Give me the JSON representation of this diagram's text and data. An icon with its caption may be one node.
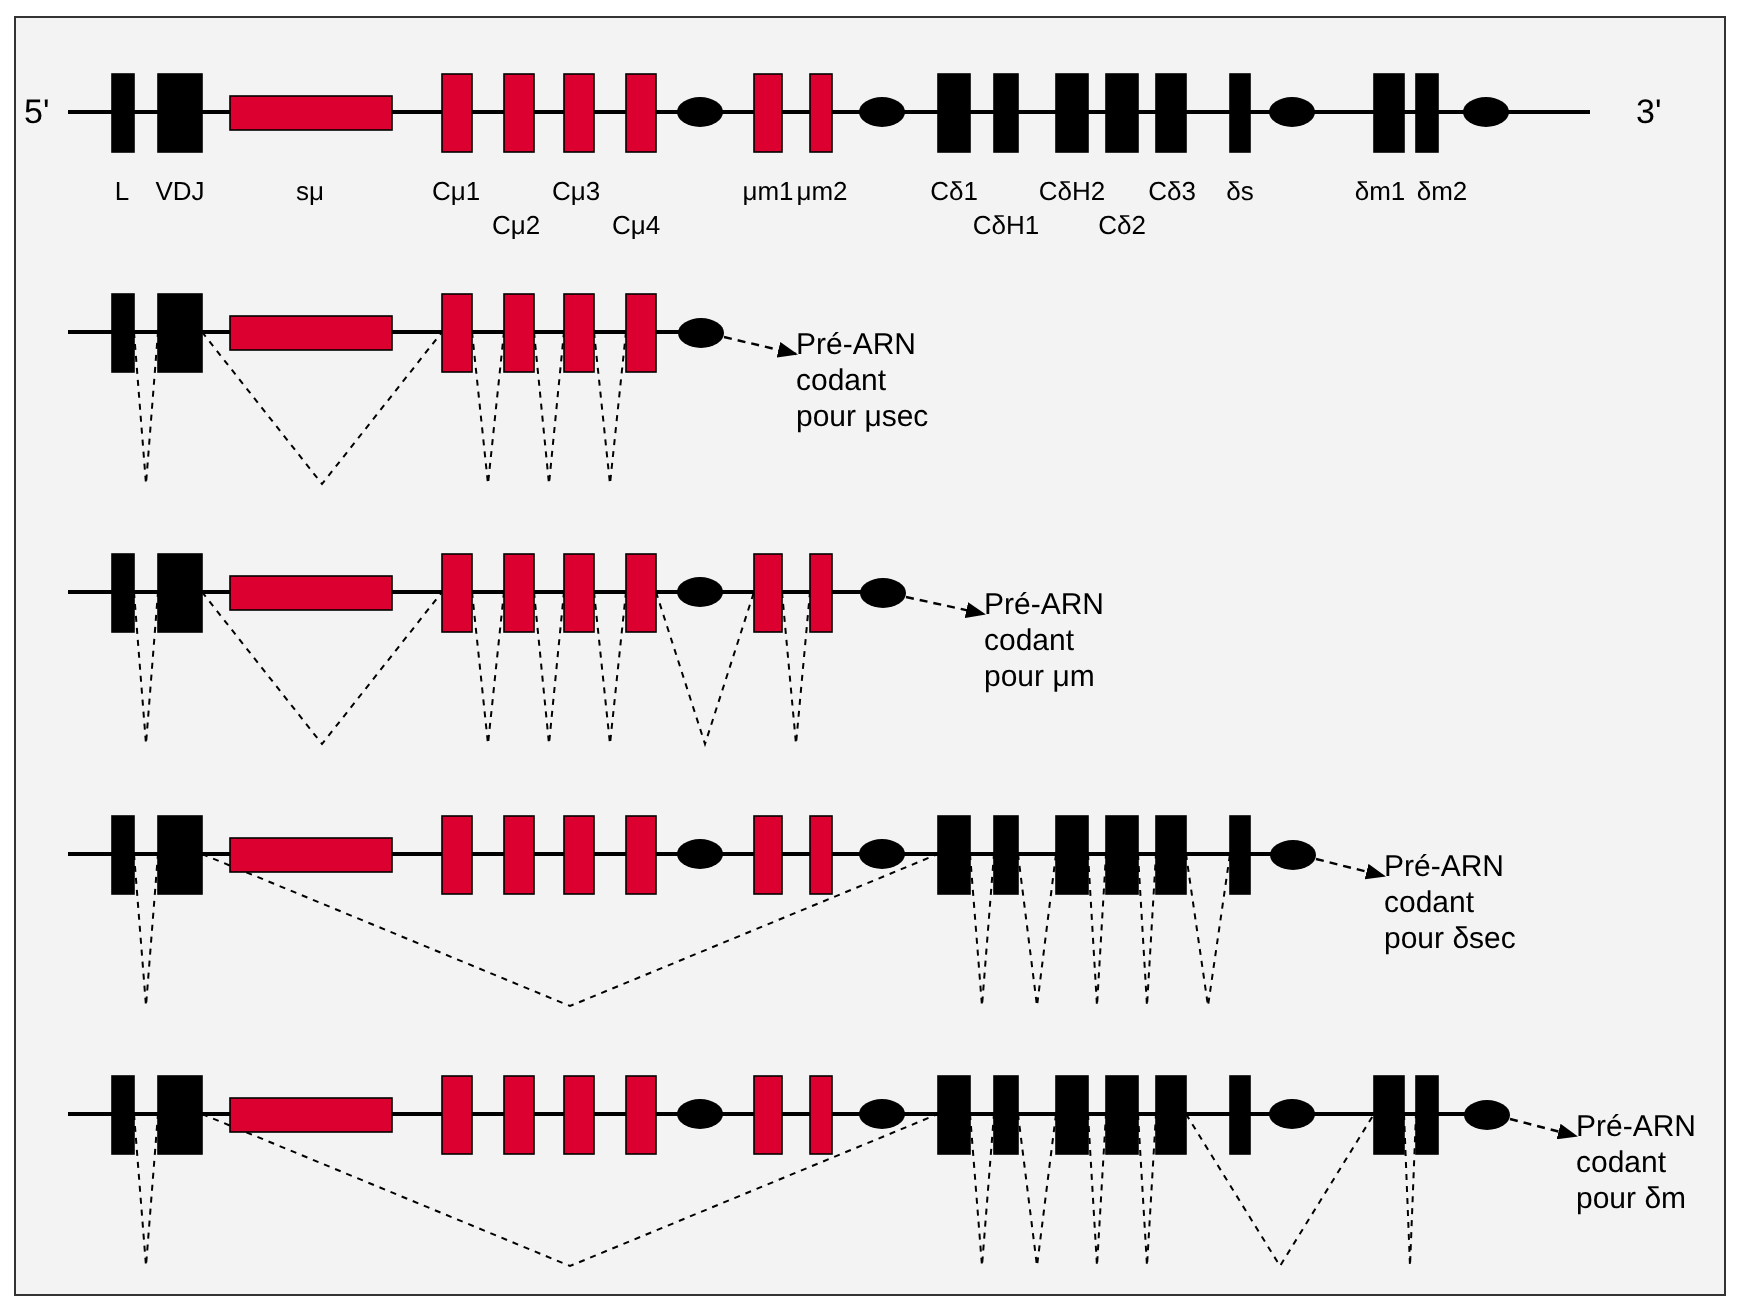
{
  "diagram": {
    "nodes": [
      {
        "text": [],
        "shape": "circle"
      },
      {
        "text": [
          "Pré-ARN codant pour μsec"
        ]
      },
      {
        "text": [],
        "shape": "circle"
      },
      {
        "text": [
          "Pré-ARN codant pour μm"
        ]
      },
      {
        "text": [],
        "shape": "circle"
      },
      {
        "text": [
          "Pré-ARN codant pour δsec"
        ]
      },
      {
        "text": [],
        "shape": "circle"
      },
      {
        "text": [
          "Pré-ARN codant pour δm"
        ]
      }
    ],
    "edges": [
      {
        "from": 0,
        "to": 1,
        "arrow": "to",
        "style": "dashed"
      },
      {
        "from": 2,
        "to": 3,
        "arrow": "to",
        "style": "dashed"
      },
      {
        "from": 4,
        "to": 5,
        "arrow": "to",
        "style": "dashed"
      },
      {
        "from": 6,
        "to": 7,
        "arrow": "to",
        "style": "dashed"
      }
    ],
    "labels": [
      "5'",
      "L",
      "VDJ",
      "sμ",
      "Cμ1",
      "Cμ2",
      "Cμ3",
      "Cμ4",
      "μm1",
      "μm2",
      "Cδ1",
      "CδH1",
      "CδH2",
      "Cδ2",
      "Cδ3",
      "δs",
      "δm1",
      "δm2",
      "3'"
    ]
  }
}
